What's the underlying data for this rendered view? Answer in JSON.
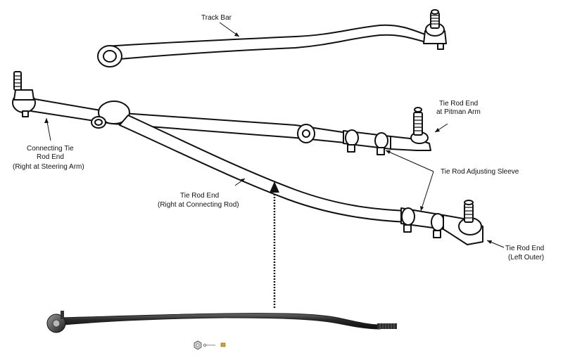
{
  "labels": {
    "track_bar": "Track Bar",
    "tre_pitman_1": "Tie Rod End",
    "tre_pitman_2": "at Pitman Arm",
    "connecting_1": "Connecting Tie",
    "connecting_2": "Rod End",
    "connecting_3": "(Right at Steering Arm)",
    "adjusting_sleeve": "Tie Rod Adjusting Sleeve",
    "tre_right_1": "Tie Rod End",
    "tre_right_2": "(Right at Connecting Rod)",
    "tre_left_1": "Tie Rod End",
    "tre_left_2": "(Left Outer)"
  },
  "icons": {
    "pointer_arrow": "dotted-up-arrow-icon"
  }
}
